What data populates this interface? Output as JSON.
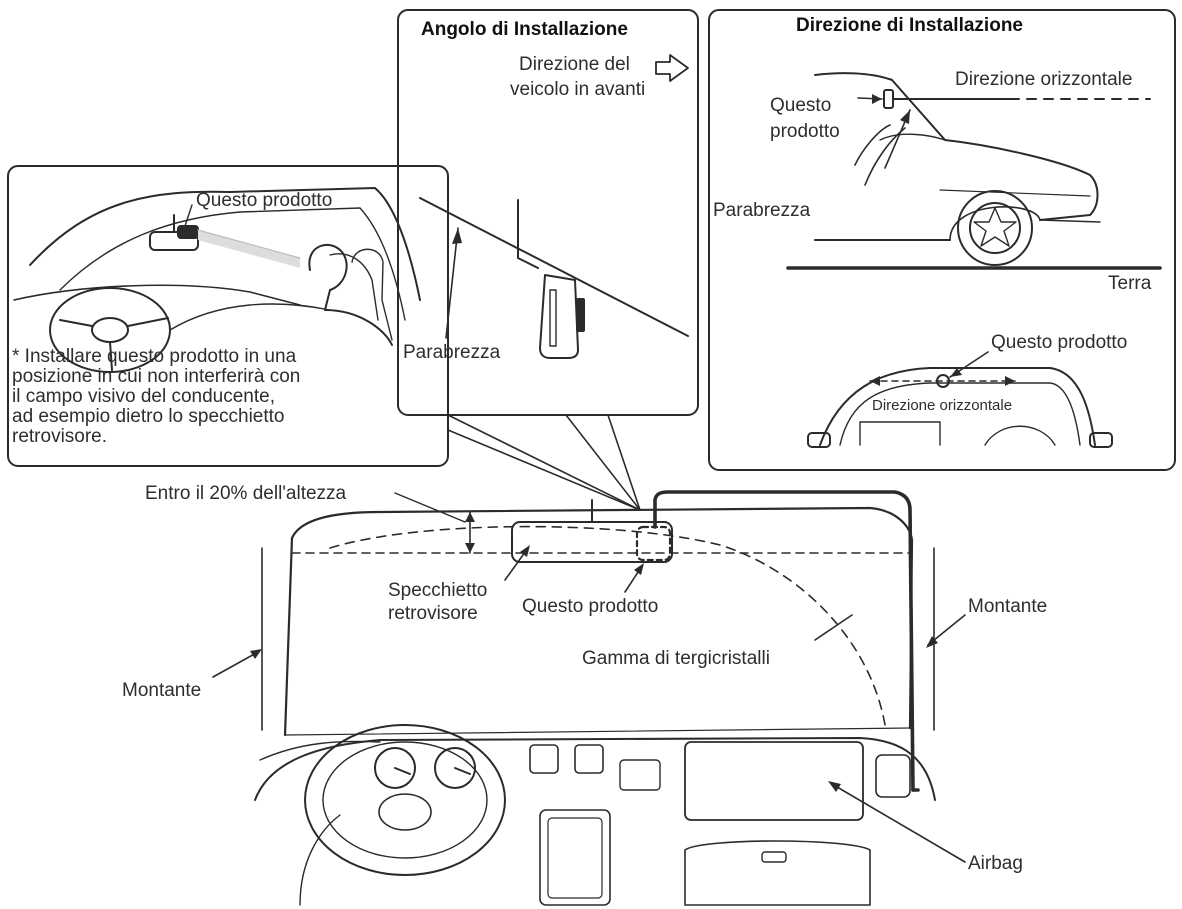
{
  "colors": {
    "ink": "#2b2b2b",
    "background": "#ffffff",
    "guide": "#999999"
  },
  "panel_angle": {
    "title": "Angolo di Installazione",
    "forward_direction": "Direzione del veicolo in avanti",
    "forward_line1": "Direzione del",
    "forward_line2": "veicolo in avanti",
    "windshield": "Parabrezza"
  },
  "panel_direction": {
    "title": "Direzione di Installazione",
    "product_line1": "Questo",
    "product_line2": "prodotto",
    "horizontal": "Direzione orizzontale",
    "windshield": "Parabrezza",
    "ground": "Terra",
    "product_top": "Questo prodotto",
    "horizontal_small": "Direzione orizzontale"
  },
  "panel_interior": {
    "product": "Questo prodotto",
    "note_line1": "* Installare questo prodotto in una",
    "note_line2": "posizione in cui non interferirà con",
    "note_line3": "il campo visivo del conducente,",
    "note_line4": "ad esempio dietro lo specchietto",
    "note_line5": "retrovisore."
  },
  "main": {
    "height_limit": "Entro il 20% dell'altezza",
    "mirror_line1": "Specchietto",
    "mirror_line2": "retrovisore",
    "product": "Questo prodotto",
    "pillar_right": "Montante",
    "pillar_left": "Montante",
    "wiper_range": "Gamma di tergicristalli",
    "airbag": "Airbag"
  }
}
